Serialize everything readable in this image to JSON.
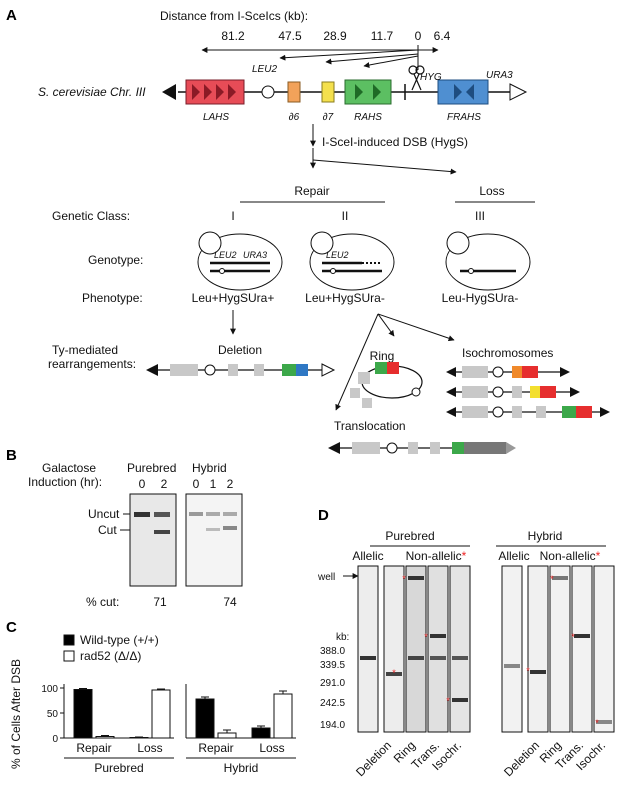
{
  "panels": {
    "a": "A",
    "b": "B",
    "c": "C",
    "d": "D"
  },
  "panel_a": {
    "distance_title": "Distance from I-SceIcs (kb):",
    "distances": [
      "81.2",
      "47.5",
      "28.9",
      "11.7",
      "0",
      "6.4"
    ],
    "chromosome": "S. cerevisiae Chr. III",
    "markers_top": {
      "leu2": "LEU2",
      "hyg": "HYG",
      "ura3": "URA3"
    },
    "markers_bottom": {
      "lahs": "LAHS",
      "d6": "∂6",
      "d7": "∂7",
      "rahs": "RAHS",
      "frahs": "FRAHS"
    },
    "dsb_text": "I-SceI-induced DSB (HygS)",
    "repair": "Repair",
    "loss": "Loss",
    "genetic_class_label": "Genetic Class:",
    "classes": [
      "I",
      "II",
      "III"
    ],
    "genotype_label": "Genotype:",
    "phenotype_label": "Phenotype:",
    "phenotypes": [
      "Leu+HygSUra+",
      "Leu+HygSUra-",
      "Leu-HygSUra-"
    ],
    "cell_labels": {
      "i_leu2": "LEU2",
      "i_ura3": "URA3",
      "ii_leu2": "LEU2"
    },
    "ty_label": [
      "Ty-mediated",
      "rearrangements:"
    ],
    "rearrangements": {
      "deletion": "Deletion",
      "ring": "Ring",
      "isochromosomes": "Isochromosomes",
      "translocation": "Translocation"
    }
  },
  "panel_b": {
    "induction_label": [
      "Galactose",
      "Induction (hr):"
    ],
    "purebred": "Purebred",
    "hybrid": "Hybrid",
    "purebred_times": [
      "0",
      "2"
    ],
    "hybrid_times": [
      "0",
      "1",
      "2"
    ],
    "uncut": "Uncut",
    "cut": "Cut",
    "pct_cut_label": "% cut:",
    "pct_cut": [
      "71",
      "74"
    ]
  },
  "panel_d": {
    "purebred": "Purebred",
    "hybrid": "Hybrid",
    "allelic": "Allelic",
    "non_allelic": "Non-allelic",
    "asterisk": "*",
    "well": "well",
    "kb_label": "kb:",
    "size_markers": [
      "388.0",
      "339.5",
      "291.0",
      "242.5",
      "194.0"
    ],
    "lanes": [
      "Deletion",
      "Ring",
      "Trans.",
      "Isochr."
    ]
  },
  "chart_data": {
    "type": "bar",
    "ylabel": "% of Cells After DSB",
    "ylim": [
      0,
      100
    ],
    "yticks": [
      "0",
      "50",
      "100"
    ],
    "legend_placement": "top",
    "groups": [
      "Purebred",
      "Hybrid"
    ],
    "categories": [
      "Repair",
      "Loss"
    ],
    "legend": [
      "Wild-type (+/+)",
      "rad52 (Δ/Δ)"
    ],
    "series": [
      {
        "name": "Wild-type (+/+)",
        "color": "#000000",
        "values": [
          97,
          1,
          78,
          20
        ],
        "errors": [
          2,
          1,
          4,
          4
        ]
      },
      {
        "name": "rad52 (Δ/Δ)",
        "color": "#ffffff",
        "values": [
          3,
          96,
          10,
          88
        ],
        "errors": [
          2,
          2,
          6,
          6
        ]
      }
    ]
  }
}
